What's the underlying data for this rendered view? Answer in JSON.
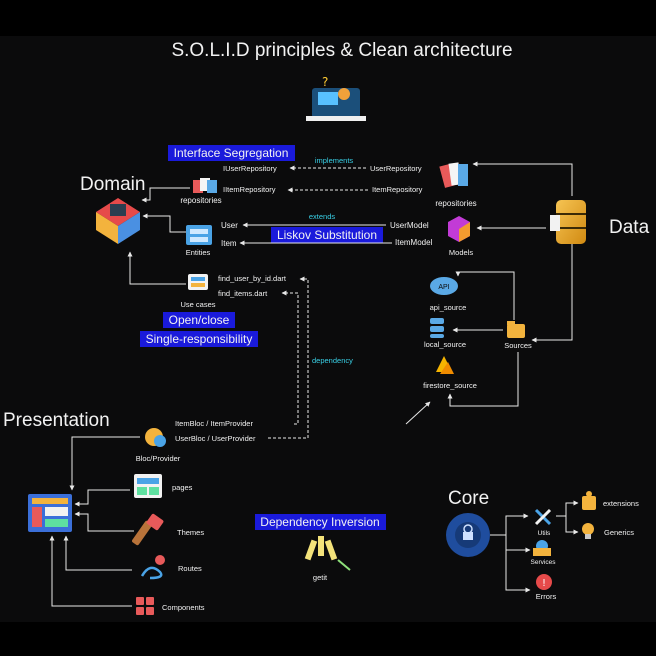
{
  "title": "S.O.L.I.D principles & Clean architecture",
  "sections": {
    "domain": "Domain",
    "data": "Data",
    "presentation": "Presentation",
    "core": "Core"
  },
  "principles": {
    "interface_segregation": "Interface Segregation",
    "liskov_substitution": "Liskov Substitution",
    "open_close": "Open/close",
    "single_responsibility": "Single-responsibility",
    "dependency_inversion": "Dependency Inversion"
  },
  "relations": {
    "implements": "implements",
    "extends": "extends",
    "dependency": "dependency"
  },
  "domain": {
    "repositories": "repositories",
    "entities": "Entities",
    "use_cases": "Use cases",
    "i_user_repository": "IUserRepository",
    "i_item_repository": "IItemRepository",
    "user": "User",
    "item": "Item",
    "find_user_by_id": "find_user_by_id.dart",
    "find_items": "find_items.dart"
  },
  "data": {
    "user_repository": "UserRepository",
    "item_repository": "ItemRepository",
    "user_model": "UserModel",
    "item_model": "ItemModel",
    "repositories": "repositories",
    "models": "Models",
    "api_source": "api_source",
    "local_source": "local_source",
    "firestore_source": "firestore_source",
    "sources": "Sources",
    "api_badge": "API"
  },
  "presentation": {
    "item_bloc": "ItemBloc / ItemProvider",
    "user_bloc": "UserBloc / UserProvider",
    "bloc_provider": "Bloc/Provider",
    "pages": "pages",
    "themes": "Themes",
    "routes": "Routes",
    "components": "Components",
    "getit": "getit"
  },
  "core": {
    "utils": "Utils",
    "services": "Services",
    "errors": "Errors",
    "extensions": "extensions",
    "generics": "Generics"
  },
  "colors": {
    "background": "#0b0b0c",
    "highlight": "#1a1adb",
    "cyan_text": "#39d0e6",
    "line": "#e8e8e8"
  }
}
